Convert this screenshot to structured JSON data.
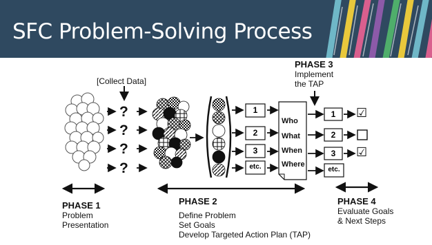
{
  "title": "SFC Problem-Solving Process",
  "collect_data": "[Collect Data]",
  "question_mark": "?",
  "phase3": {
    "heading": "PHASE 3",
    "line1": "Implement",
    "line2": "the TAP"
  },
  "phase1": {
    "heading": "PHASE 1",
    "line1": "Problem",
    "line2": "Presentation"
  },
  "phase2": {
    "heading": "PHASE 2",
    "line1": "Define Problem",
    "line2": "Set Goals",
    "line3": "Develop Targeted Action Plan (TAP)"
  },
  "phase4": {
    "heading": "PHASE 4",
    "line1": "Evaluate Goals",
    "line2": "& Next Steps"
  },
  "plan_boxes": [
    "1",
    "2",
    "3",
    "etc."
  ],
  "questions": [
    "Who",
    "What",
    "When",
    "Where"
  ],
  "check_mark": "☑",
  "colors": {
    "title_bar": "#2f4960",
    "stripes": [
      "#6fb7c7",
      "#e8c83c",
      "#d95f8e",
      "#8c5aa8",
      "#4fae6b"
    ]
  }
}
